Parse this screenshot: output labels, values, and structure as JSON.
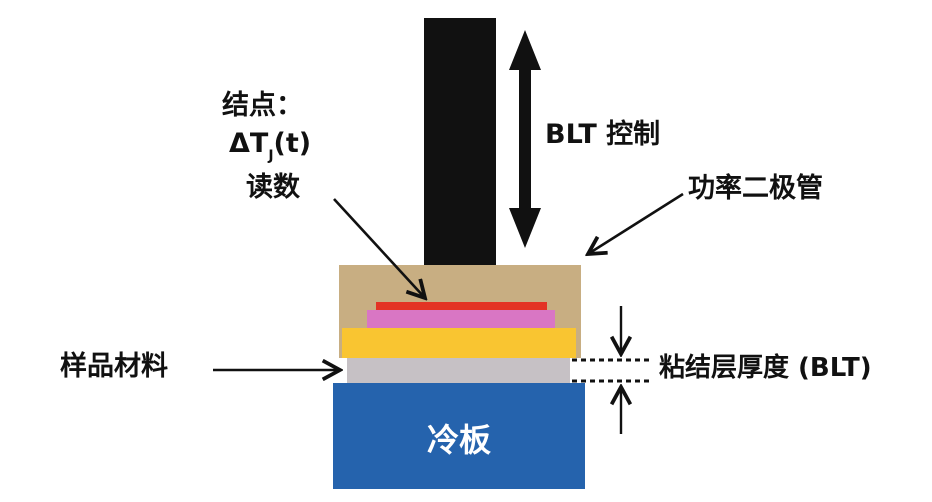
{
  "labels": {
    "junction_line1": "结点：",
    "junction_delta": "ΔT",
    "junction_sub": "J",
    "junction_t": "(t)",
    "junction_line3": "读数",
    "blt_control": "BLT 控制",
    "power_diode": "功率二极管",
    "sample_material": "样品材料",
    "bond_line_thickness": "粘结层厚度 (BLT)",
    "cold_plate": "冷板"
  },
  "colors": {
    "probe": "#111111",
    "diode_package": "#c8ae82",
    "red_layer": "#e33324",
    "pink_layer": "#d976c4",
    "yellow_layer": "#f9c531",
    "sample_layer": "#c6c1c5",
    "cold_plate": "#2563ad",
    "cold_plate_text": "#ffffff",
    "arrows": "#111111"
  },
  "icons": {
    "blt_arrow": "double-vertical-arrow-icon",
    "callout_arrows": "arrow-icon"
  }
}
